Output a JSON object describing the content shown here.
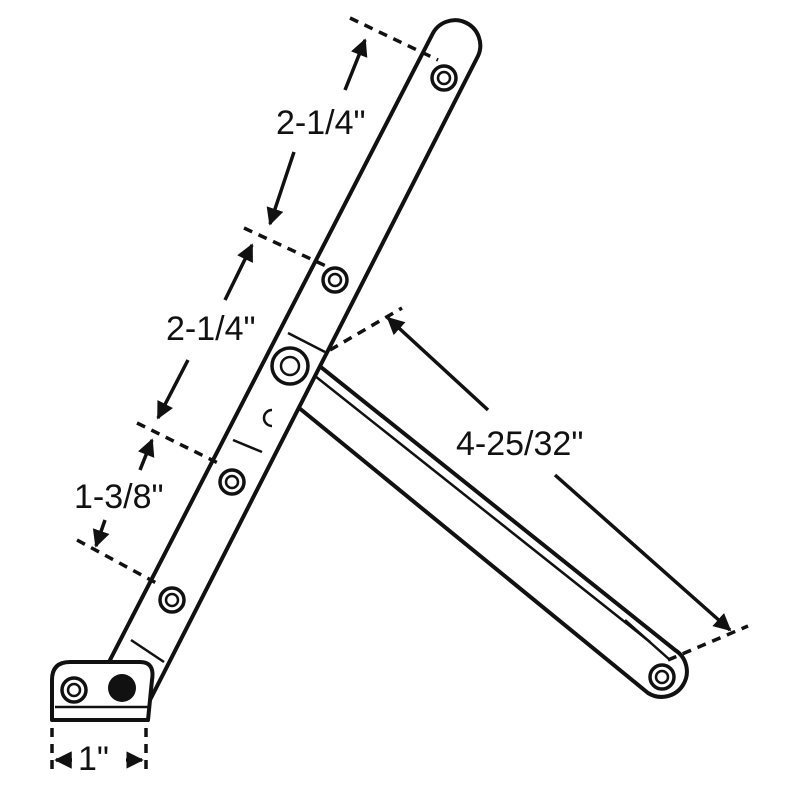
{
  "dimensions": {
    "top_spacing": "2-1/4\"",
    "middle_spacing": "2-1/4\"",
    "lower_spacing": "1-3/8\"",
    "support_arm_length": "4-25/32\"",
    "base_width": "1\""
  }
}
